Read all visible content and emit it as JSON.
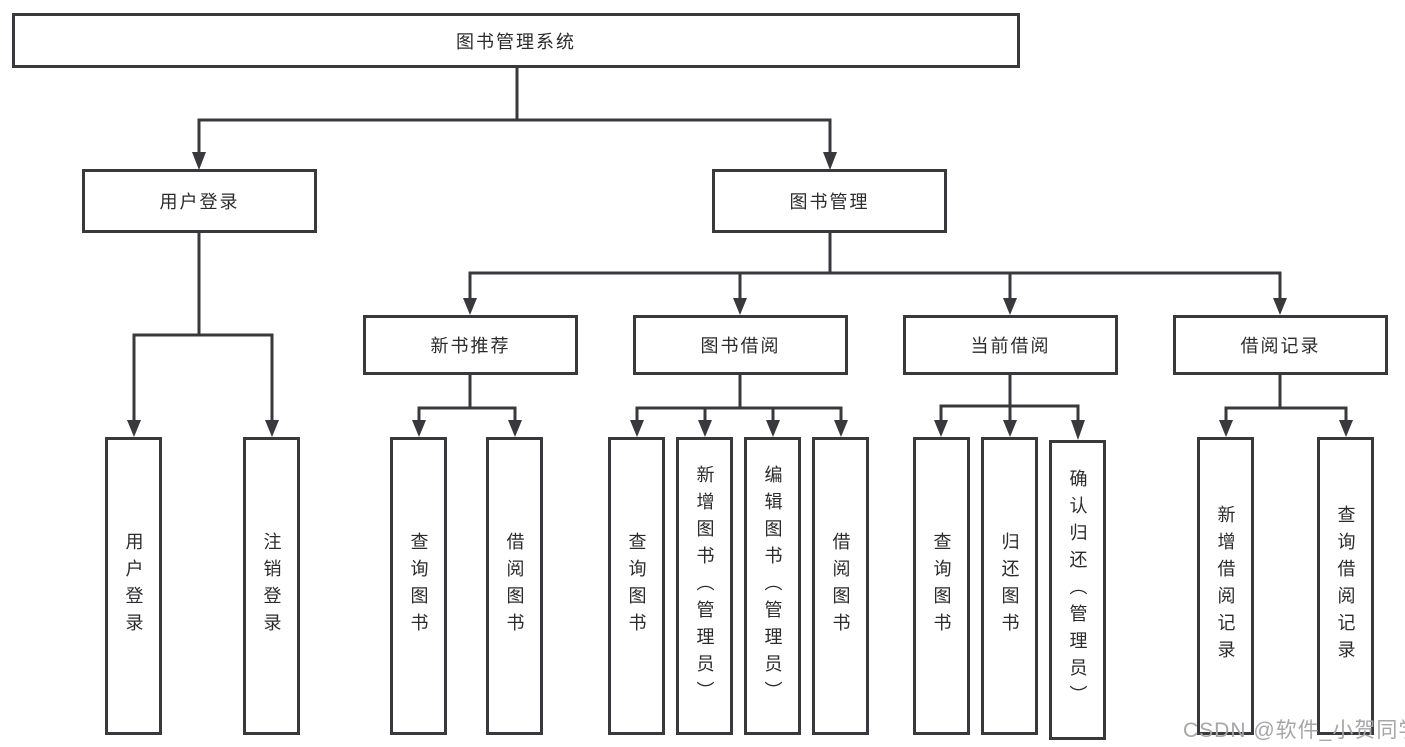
{
  "diagram_title": "图书管理系统",
  "tree": {
    "label": "图书管理系统",
    "children": [
      {
        "label": "用户登录",
        "children": [
          {
            "label": "用户登录"
          },
          {
            "label": "注销登录"
          }
        ]
      },
      {
        "label": "图书管理",
        "children": [
          {
            "label": "新书推荐",
            "children": [
              {
                "label": "查询图书"
              },
              {
                "label": "借阅图书"
              }
            ]
          },
          {
            "label": "图书借阅",
            "children": [
              {
                "label": "查询图书"
              },
              {
                "label": "新增图书（管理员）"
              },
              {
                "label": "编辑图书（管理员）"
              },
              {
                "label": "借阅图书"
              }
            ]
          },
          {
            "label": "当前借阅",
            "children": [
              {
                "label": "查询图书"
              },
              {
                "label": "归还图书"
              },
              {
                "label": "确认归还（管理员）"
              }
            ]
          },
          {
            "label": "借阅记录",
            "children": [
              {
                "label": "新增借阅记录"
              },
              {
                "label": "查询借阅记录"
              }
            ]
          }
        ]
      }
    ]
  },
  "watermark": {
    "text": "CSDN @软件_小贺同学"
  },
  "colors": {
    "line": "#38383d",
    "box_border": "#38383d",
    "text": "#2b2b2e",
    "watermark": "#a6a6a6",
    "background": "#ffffff"
  }
}
